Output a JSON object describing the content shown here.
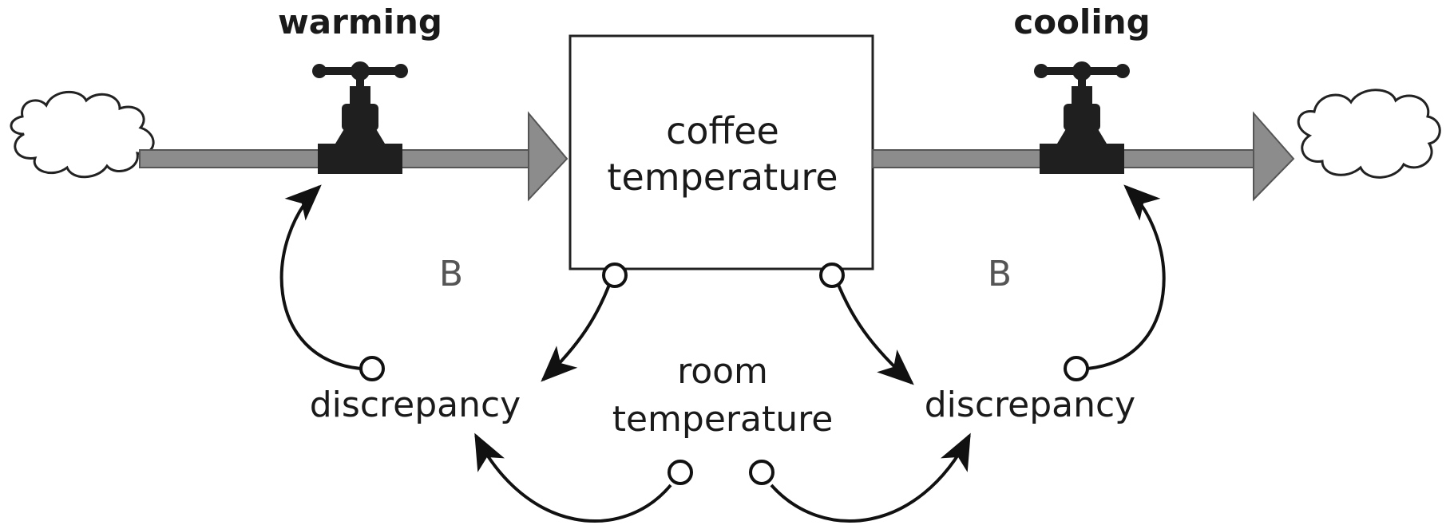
{
  "stock": {
    "label_line1": "coffee",
    "label_line2": "temperature"
  },
  "flows": {
    "inflow_label": "warming",
    "outflow_label": "cooling"
  },
  "variables": {
    "discrepancy_left": "discrepancy",
    "discrepancy_right": "discrepancy",
    "room_line1": "room",
    "room_line2": "temperature"
  },
  "loops": {
    "left_polarity": "B",
    "right_polarity": "B"
  },
  "colors": {
    "pipe": "#8c8c8c",
    "valve": "#1f1f1f",
    "line": "#111111",
    "background": "#ffffff"
  },
  "icons": [
    "cloud-source-icon",
    "cloud-sink-icon",
    "valve-icon",
    "flow-arrowhead-icon"
  ]
}
